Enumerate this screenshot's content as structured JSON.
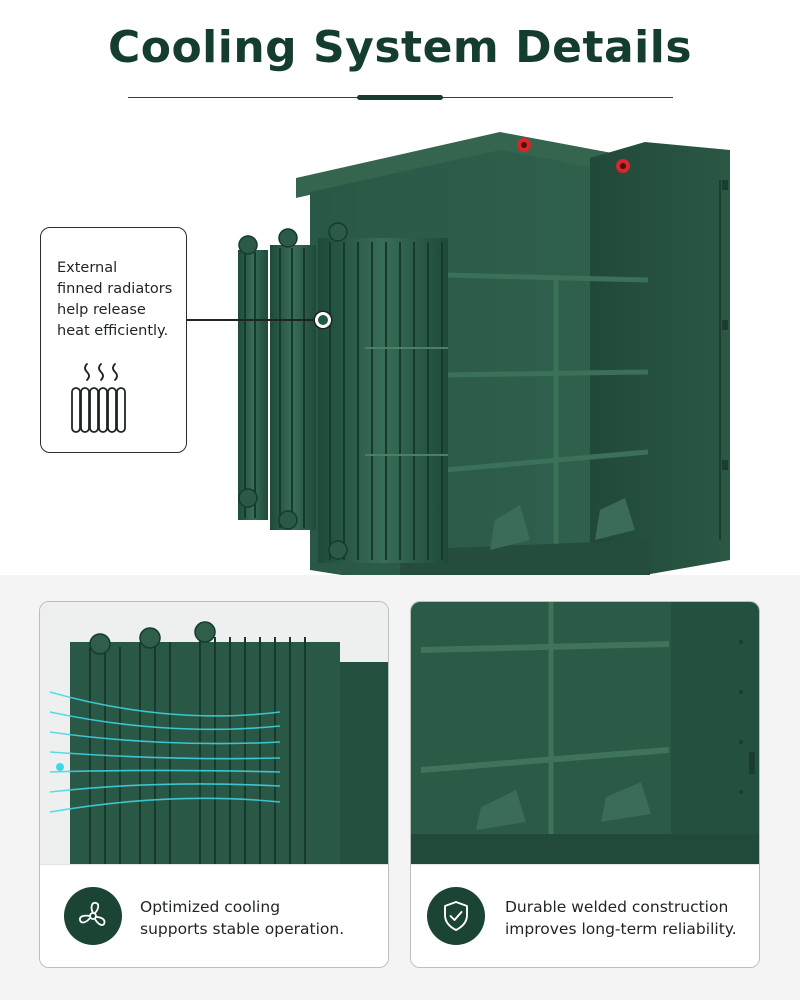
{
  "page": {
    "title": "Cooling System Details",
    "accent_color": "#163d30",
    "equipment_color": "#2b5a47"
  },
  "callout": {
    "lines": [
      "External",
      "finned radiators",
      "help release",
      "heat efficiently."
    ],
    "icon": "radiator-heat-icon"
  },
  "cards": [
    {
      "image": "radiators-with-airflow",
      "icon": "fan-icon",
      "caption_lines": [
        "Optimized cooling",
        "supports stable operation."
      ]
    },
    {
      "image": "welded-tank-closeup",
      "icon": "shield-check-icon",
      "caption_lines": [
        "Durable welded construction",
        "improves long-term reliability."
      ]
    }
  ]
}
